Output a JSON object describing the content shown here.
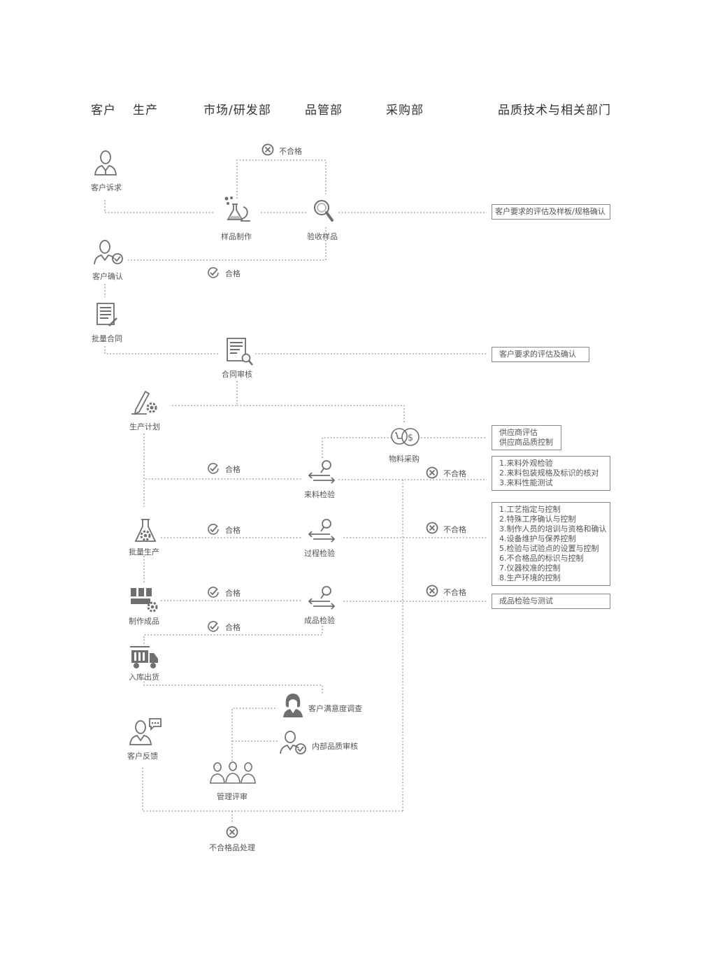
{
  "headers": {
    "customer": "客户",
    "production": "生产",
    "market_rd": "市场/研发部",
    "qc": "品管部",
    "purchase": "采购部",
    "quality_tech": "品质技术与相关部门"
  },
  "nodes": {
    "customer_request": "客户诉求",
    "sample_making": "样品制作",
    "sample_acceptance": "验收样品",
    "customer_confirm": "客户确认",
    "bulk_contract": "批量合同",
    "contract_review": "合同审核",
    "production_plan": "生产计划",
    "material_purchase": "物料采购",
    "incoming_inspection": "来料检验",
    "bulk_production": "批量生产",
    "process_inspection": "过程检验",
    "finished_goods": "制作成品",
    "final_inspection": "成品检验",
    "warehouse_shipping": "入库出货",
    "customer_feedback": "客户反馈",
    "satisfaction_survey": "客户满意度调查",
    "internal_audit": "内部品质审核",
    "management_review": "管理评审",
    "nonconforming_handling": "不合格品处理"
  },
  "status": {
    "fail": "不合格",
    "pass": "合格"
  },
  "boxes": {
    "sample_eval": [
      "客户要求的评估及样板/规格确认"
    ],
    "contract_eval": [
      "客户要求的评估及确认"
    ],
    "supplier": [
      "供应商评估",
      "供应商品质控制"
    ],
    "incoming": [
      "1.来料外观检验",
      "2.来料包装规格及标识的核对",
      "3.来料性能测试"
    ],
    "process": [
      "1.工艺指定与控制",
      "2.特殊工序确认与控制",
      "3.制作人员的培训与资格和确认",
      "4.设备维护与保养控制",
      "5.检验与试验点的设置与控制",
      "6.不合格品的标识与控制",
      "7.仪器校准的控制",
      "8.生产环境的控制"
    ],
    "final": [
      "成品检验与测试"
    ]
  },
  "colors": {
    "line": "#9a9a9a",
    "icon": "#6f6f6f",
    "text": "#555555",
    "header": "#333333"
  }
}
